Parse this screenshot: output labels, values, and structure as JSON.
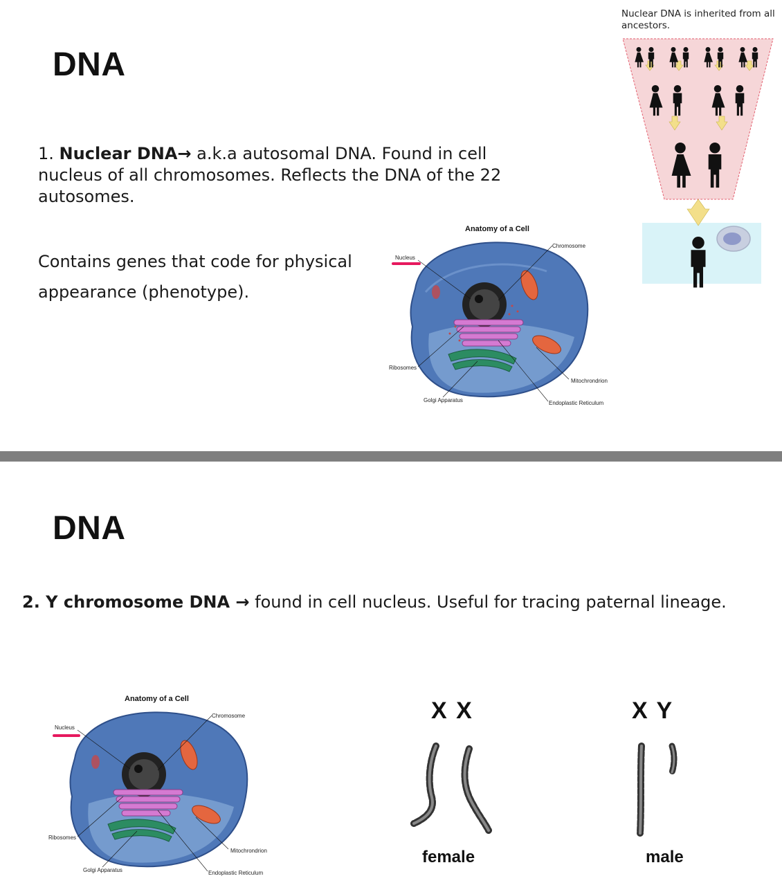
{
  "slide1": {
    "title": "DNA",
    "point1_number": "1.",
    "point1_bold": "Nuclear DNA→",
    "point1_text": " a.k.a autosomal DNA. Found in cell nucleus of all chromosomes. Reflects the DNA of the 22 autosomes.",
    "point2_text": "Contains genes that code for physical appearance (phenotype).",
    "inheritance_caption": "Nuclear DNA is inherited from all ancestors."
  },
  "slide2": {
    "title": "DNA",
    "point_bold": "2. Y chromosome DNA →",
    "point_text": " found in cell nucleus. Useful for tracing paternal lineage.",
    "female_chromosomes": "X X",
    "male_chromosomes": "X Y",
    "female_label": "female",
    "male_label": "male"
  },
  "cell_diagram": {
    "title": "Anatomy of a Cell",
    "labels": {
      "nucleus": "Nucleus",
      "chromosome": "Chromosome",
      "ribosomes": "Ribosomes",
      "golgi": "Golgi Apparatus",
      "mitochondrion": "Mitochrondrion",
      "er": "Endoplastic Reticulum"
    }
  },
  "colors": {
    "divider": "#7f7f7f",
    "highlight": "#e6195e",
    "pedigree_bg": "#f6d6d8",
    "child_bg": "#d9f3f8",
    "arrow": "#f3df8a"
  }
}
